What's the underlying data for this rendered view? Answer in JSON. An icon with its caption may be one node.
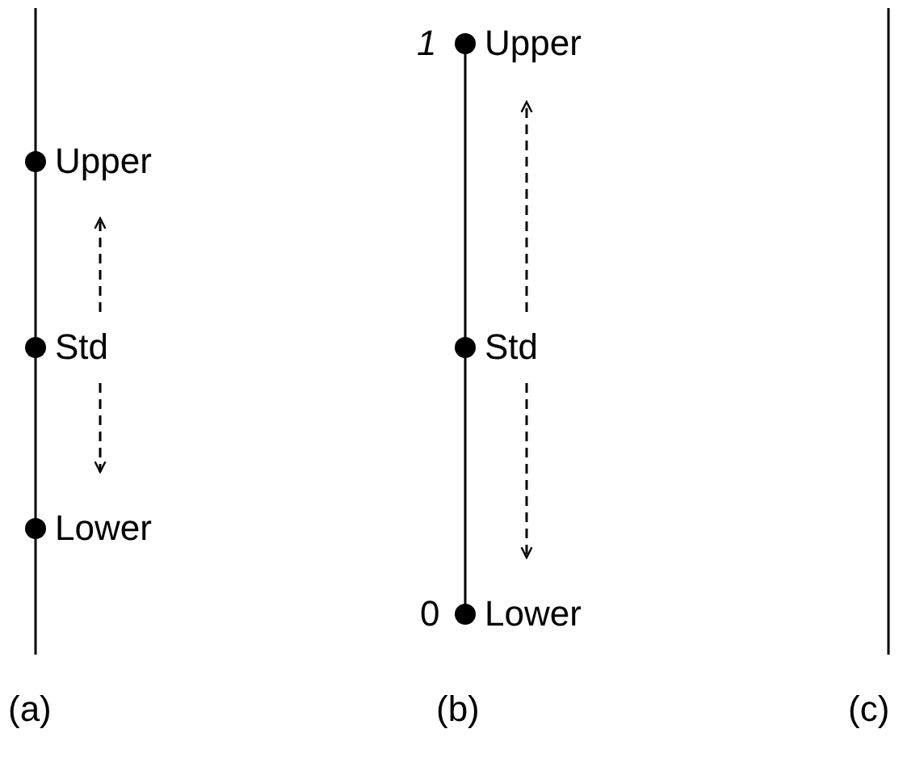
{
  "diagram": {
    "nodes": [
      {
        "text": [
          "Upper"
        ]
      },
      {
        "text": [
          "Std"
        ]
      },
      {
        "text": [
          "Lower"
        ]
      },
      {
        "text": [
          "Upper"
        ]
      },
      {
        "text": [
          "Std"
        ]
      },
      {
        "text": [
          "Lower"
        ]
      }
    ],
    "edges": [
      {
        "from": 1,
        "to": 0,
        "arrow": "to",
        "style": "dashed"
      },
      {
        "from": 1,
        "to": 2,
        "arrow": "to",
        "style": "dashed"
      },
      {
        "from": 4,
        "to": 3,
        "arrow": "to",
        "style": "dashed"
      },
      {
        "from": 4,
        "to": 5,
        "arrow": "to",
        "style": "dashed"
      }
    ],
    "labels": [
      "1",
      "0",
      "(a)",
      "(b)",
      "(c)"
    ]
  }
}
